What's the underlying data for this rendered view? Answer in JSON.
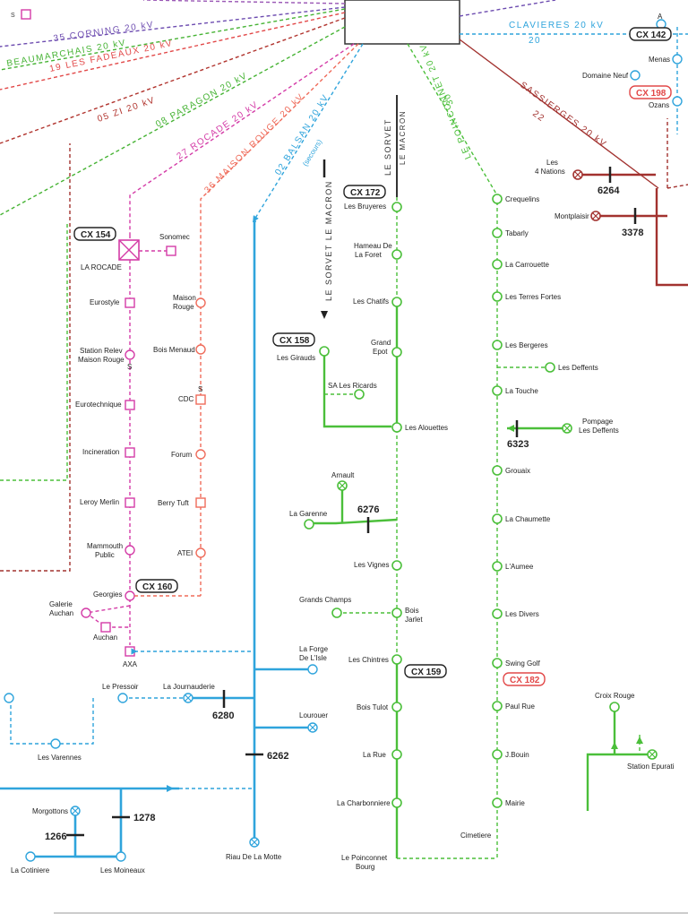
{
  "colors": {
    "blue": "#2fa4dc",
    "green": "#4bbf3a",
    "magenta": "#d43ca7",
    "salmon": "#ef6b5a",
    "brown": "#a2322f",
    "lime": "#46b334",
    "purple": "#6d4cb0",
    "red": "#e24848",
    "darkred": "#b1342e"
  },
  "feeders": {
    "corning": "35 CORNING 20 kV",
    "beaumarchais": "BEAUMARCHAIS 20 kV",
    "fadeaux": "19 LES FADEAUX 20 kV",
    "zi": "05 ZI 20 kV",
    "paragon": "08 PARAGON 20 kV",
    "rocade": "27 ROCADE 20 kV",
    "maison_rouge": "36 MAISON ROUGE 20 kV",
    "balsan": "02 BALSAN 20 kV",
    "balsan_sub": "(secours)",
    "sorvet_macron_a": "LE SORVET",
    "sorvet_macron_b": "LE MACRON",
    "poinconnet": "LE POINCONNET 20 kV",
    "poinconnet_code": "30",
    "clavieres": "CLAVIERES 20 kV",
    "clavieres_code": "20",
    "sassierges": "SASSIERGES 20 kV",
    "sassierges_code": "22",
    "sorvet_vertical": "LE SORVET LE MACRON"
  },
  "tags": {
    "cx142": "CX 142",
    "cx198": "CX 198",
    "cx154": "CX 154",
    "cx172": "CX 172",
    "cx158": "CX 158",
    "cx160": "CX 160",
    "cx159": "CX 159",
    "cx182": "CX 182"
  },
  "numbers": {
    "n6264": "6264",
    "n3378": "3378",
    "n6323": "6323",
    "n6276": "6276",
    "n6280": "6280",
    "n6262": "6262",
    "n1278": "1278",
    "n1266": "1266"
  },
  "labels": {
    "menas": "Menas",
    "domaine_neuf": "Domaine Neuf",
    "ozans": "Ozans",
    "les_4_nations_a": "Les",
    "les_4_nations_b": "4 Nations",
    "montplaisir": "Montplaisir",
    "sonomec": "Sonomec",
    "la_rocade": "LA ROCADE",
    "eurostyle": "Eurostyle",
    "station_relev_a": "Station Relev",
    "station_relev_b": "Maison Rouge",
    "eurotechnique": "Eurotechnique",
    "incineration": "Incineration",
    "leroy_merlin": "Leroy Merlin",
    "mammouth_a": "Mammouth",
    "mammouth_b": "Public",
    "georgies": "Georgies",
    "galerie_a": "Galerie",
    "galerie_b": "Auchan",
    "auchan": "Auchan",
    "axa": "AXA",
    "maison_rouge_a": "Maison",
    "maison_rouge_b": "Rouge",
    "bois_menaud": "Bois Menaud",
    "cdc": "CDC",
    "forum": "Forum",
    "berry_tuft": "Berry Tuft",
    "atei": "ATEI",
    "les_bruyeres": "Les Bruyeres",
    "hameau_a": "Hameau De",
    "hameau_b": "La Foret",
    "les_chatifs": "Les Chatifs",
    "grand_a": "Grand",
    "grand_b": "Epot",
    "les_girauds": "Les Girauds",
    "sa_ricards": "SA Les Ricards",
    "les_alouettes": "Les Alouettes",
    "arnault": "Arnault",
    "la_garenne": "La Garenne",
    "les_vignes": "Les Vignes",
    "grands_champs": "Grands Champs",
    "bois_a": "Bois",
    "bois_b": "Jarlet",
    "les_chintres": "Les Chintres",
    "bois_tulot": "Bois Tulot",
    "la_rue": "La Rue",
    "la_charbonniere": "La Charbonniere",
    "poinconnet_a": "Le Poinconnet",
    "poinconnet_b": "Bourg",
    "la_forge_a": "La Forge",
    "la_forge_b": "De L'Isle",
    "lourouer": "Lourouer",
    "riau": "Riau De La Motte",
    "le_pressoir": "Le Pressoir",
    "la_journauderie": "La Journauderie",
    "les_varennes": "Les Varennes",
    "morgottons": "Morgottons",
    "la_cotiniere": "La Cotiniere",
    "les_moineaux": "Les Moineaux",
    "crequelins": "Crequelins",
    "tabarly": "Tabarly",
    "la_carrouette": "La Carrouette",
    "terres_fortes": "Les Terres Fortes",
    "les_bergeres": "Les Bergeres",
    "les_deffents": "Les Deffents",
    "la_touche": "La Touche",
    "pompage_a": "Pompage",
    "pompage_b": "Les Deffents",
    "grouaix": "Grouaix",
    "la_chaumette": "La Chaumette",
    "laumee": "L'Aumee",
    "les_divers": "Les Divers",
    "swing_golf": "Swing Golf",
    "paul_rue": "Paul Rue",
    "jbouin": "J.Bouin",
    "mairie": "Mairie",
    "cimetiere": "Cimetiere",
    "croix_rouge": "Croix Rouge",
    "station_epurati": "Station Epurati",
    "s_mark": "S",
    "a_mark": "A"
  }
}
